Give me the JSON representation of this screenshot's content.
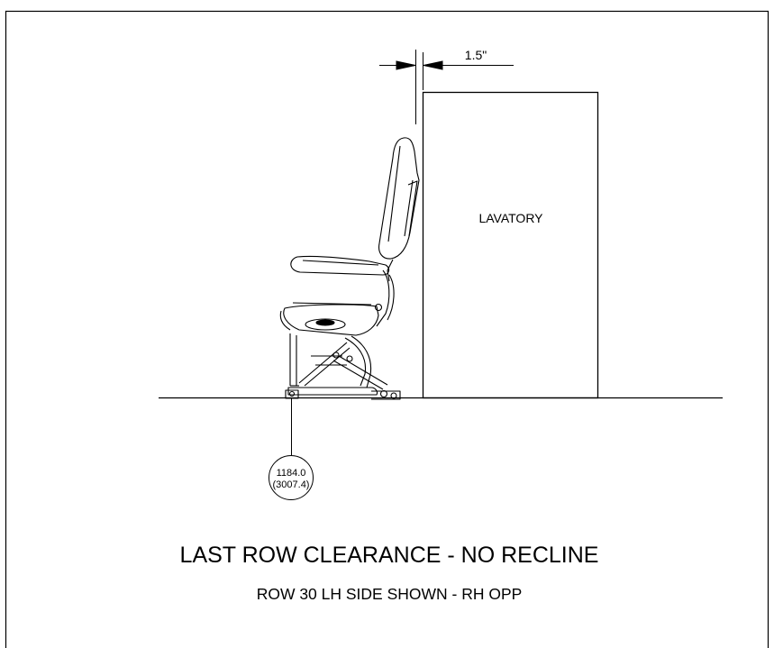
{
  "drawing": {
    "dimension_text": "1.5\"",
    "room_label": "LAVATORY",
    "callout": {
      "line1": "1184.0",
      "line2": "(3007.4)"
    },
    "title": "LAST ROW CLEARANCE - NO RECLINE",
    "subtitle": "ROW 30 LH SIDE SHOWN - RH OPP"
  },
  "colors": {
    "line": "#000000",
    "background": "#ffffff"
  }
}
